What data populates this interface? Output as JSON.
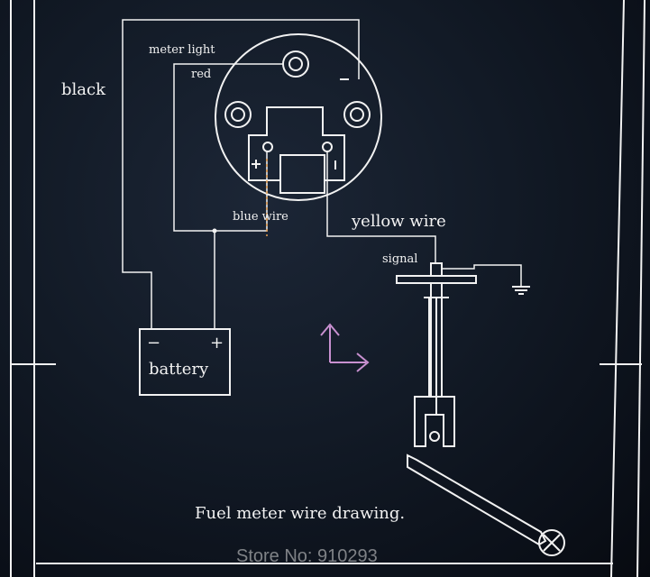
{
  "labels": {
    "black": "black",
    "meter_light": "meter light",
    "red": "red",
    "blue_wire": "blue wire",
    "yellow_wire": "yellow wire",
    "signal": "signal",
    "battery": "battery",
    "battery_minus": "−",
    "battery_plus": "+",
    "gauge_minus": "-",
    "gauge_plus": "+",
    "caption": "Fuel meter wire drawing.",
    "watermark": "Store No: 910293"
  },
  "colors": {
    "line": "#f2f2f2",
    "blue_wire": "#e8a050",
    "arrow": "#c890d0",
    "frame": "#f2f2f2"
  }
}
